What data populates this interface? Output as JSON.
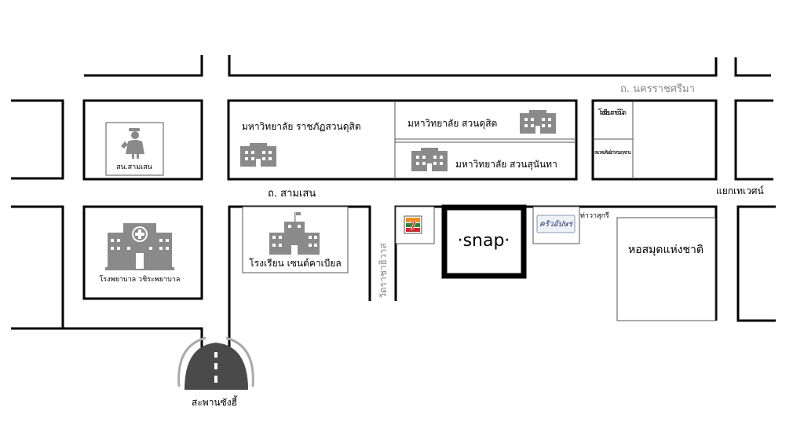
{
  "roads": {
    "nakhon_ratchasima": "ถ. นครราชศรีมา",
    "samsen": "ถ. สามเสน",
    "wat_ratchathiwat": "วัดราชาธิวาส",
    "thewet_intersection": "แยกเทเวศน์",
    "tha_wasukri": "ท่าวาสุกรี",
    "sang_hi_bridge": "สะพานซังฮี้"
  },
  "places": {
    "police_station": "สน.สามเสน",
    "rajabhat_univ": "มหาวิทยาลัย ราชภัฏสวนดุสิต",
    "suan_dusit_univ": "มหาวิทยาลัย สวนดุสิต",
    "suan_sunandha_univ": "มหาวิทยาลัย สวนสุนันทา",
    "rajini_school": "โรงเรียน ราชวินิต",
    "suankularb_assoc": "สมาคมศิษย์เก่า สวนกุหลาบ",
    "hospital": "โรงพยาบาล วชิระพยาบาล",
    "st_gabriel_school": "โรงเรียน เซนต์คาเบียล",
    "seven_eleven": "7-ELEVEn",
    "snap_store": "·snap·",
    "khrua_store": "ครัวอัปษร",
    "national_library": "หอสมุดแห่งชาติ"
  },
  "colors": {
    "road_outline": "#000000",
    "grey_icon": "#8a8a8a",
    "seven_green": "#2a8a3a",
    "seven_red": "#d8232a",
    "seven_orange": "#f28c1e"
  }
}
